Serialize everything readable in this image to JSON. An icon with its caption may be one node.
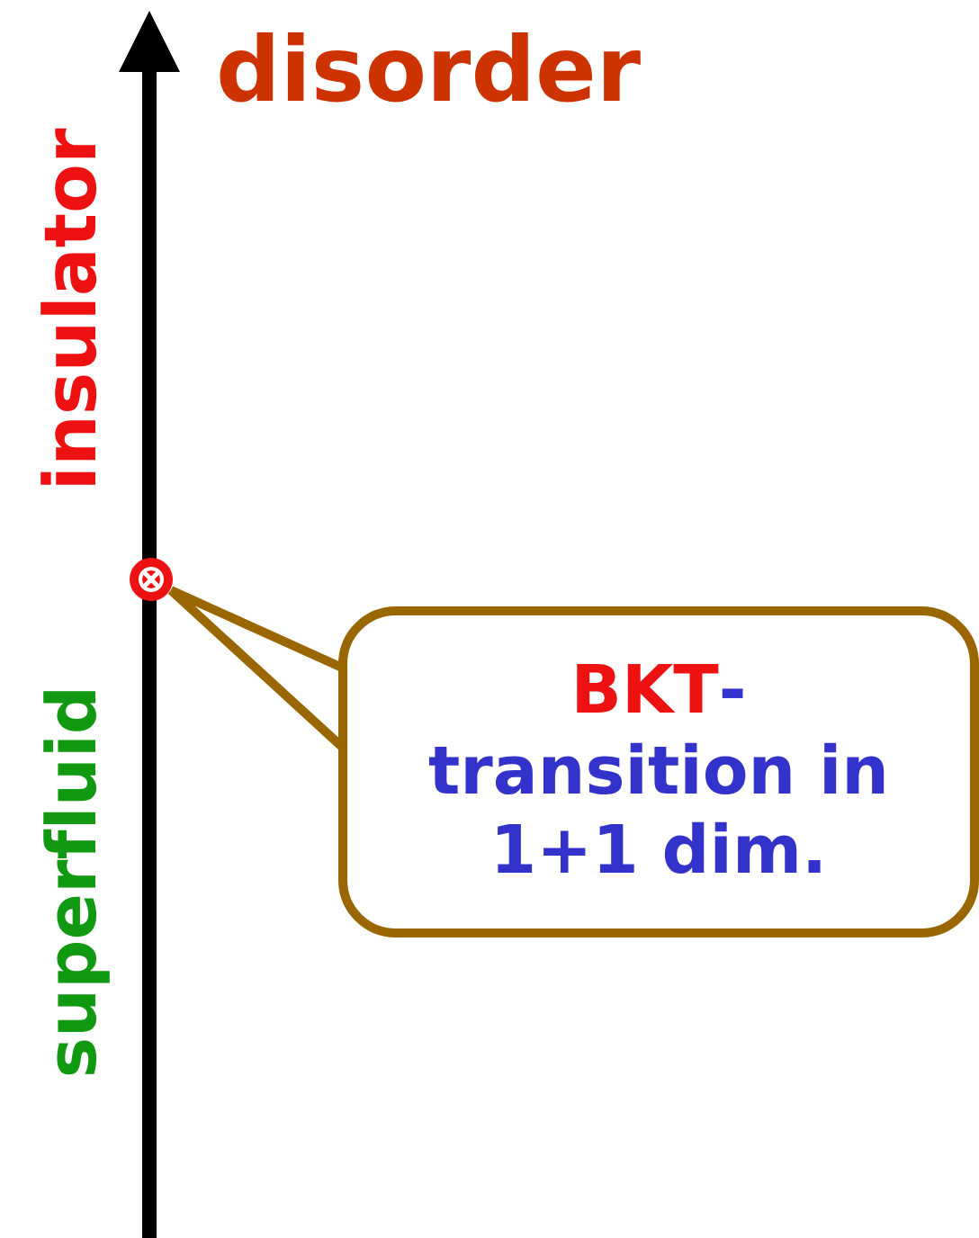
{
  "diagram": {
    "nodes": [
      {
        "text": [
          "**BKT**-transition in 1+1 dim."
        ]
      },
      {
        "text": [],
        "shape": "circle"
      }
    ],
    "edges": [
      {
        "from": 0,
        "to": 1,
        "arrow": "none"
      }
    ],
    "labels": [
      "disorder",
      "insulator",
      "superfluid"
    ]
  }
}
